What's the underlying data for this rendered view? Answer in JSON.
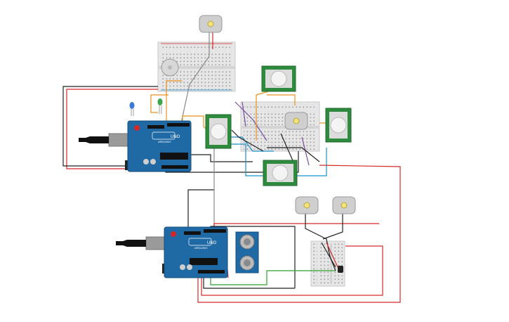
{
  "boards": {
    "top": {
      "brand_label": "UNO",
      "maker_label": "ARDUINO"
    },
    "bottom": {
      "brand_label": "UNO",
      "maker_label": "ARDUINO"
    }
  },
  "colors": {
    "board": "#1f6aa5",
    "board_dark": "#144f80",
    "pir_pcb": "#2e8b3e",
    "breadboard": "#e6e6e6",
    "wire_red": "#d62728",
    "wire_black": "#222222",
    "wire_orange": "#e8911a",
    "wire_blue": "#1f8fc9",
    "wire_green": "#2ca02c",
    "wire_purple": "#7b4fa0",
    "wire_gray": "#888888",
    "motor_body": "#cfcfcf",
    "motor_shaft": "#f2e27a",
    "led_blue": "#3a7bd5",
    "led_green": "#3aa84a"
  }
}
